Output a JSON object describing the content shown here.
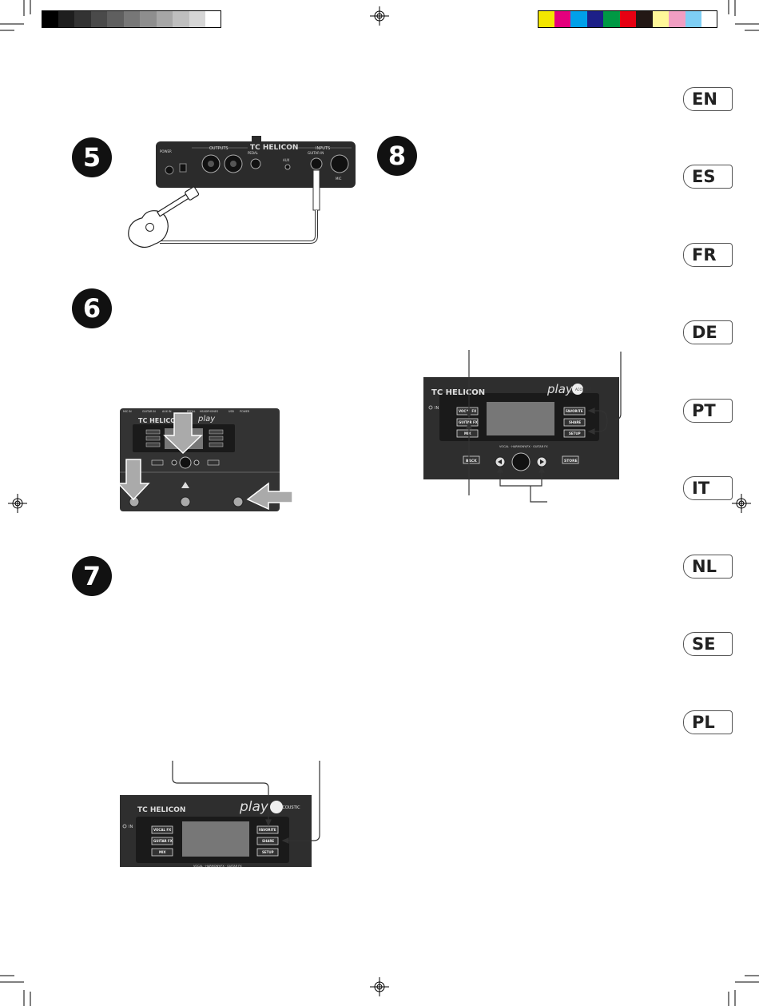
{
  "languages": [
    "EN",
    "ES",
    "FR",
    "DE",
    "PT",
    "IT",
    "NL",
    "SE",
    "PL"
  ],
  "steps": {
    "five": "5",
    "six": "6",
    "seven": "7",
    "eight": "8"
  },
  "device": {
    "brand": "TC HELICON",
    "product_script": "play",
    "product_badge": "ACOUSTIC",
    "in_led": "IN",
    "rear_outputs_label": "OUTPUTS",
    "rear_inputs_label": "INPUTS",
    "rear_pedal_label": "PEDAL",
    "rear_aux_label": "AUX",
    "rear_guitar_in_label": "GUITAR IN",
    "rear_mic_label": "MIC",
    "rear_power_label": "POWER",
    "left_buttons": [
      "VOCAL FX",
      "GUITAR FX",
      "MIX"
    ],
    "right_buttons": [
      "FAVORITE",
      "SHARE",
      "SETUP"
    ],
    "knob_caption": "VOCAL · HARMONY/FX · GUITAR FX",
    "back_label": "BACK",
    "store_label": "STORE",
    "top_jacks": [
      "MIC IN",
      "GUITAR IN",
      "AUX IN",
      "PEDAL",
      "HEADPHONES",
      "USB",
      "POWER"
    ]
  },
  "swatches": {
    "grays": [
      "#000000",
      "#1e1e1e",
      "#333333",
      "#4a4a4a",
      "#5f5f5f",
      "#777777",
      "#8e8e8e",
      "#a6a6a6",
      "#bebebe",
      "#d6d6d6",
      "#ffffff"
    ],
    "colors": [
      "#f3e600",
      "#e4007d",
      "#00a0e9",
      "#1d2088",
      "#009944",
      "#e60012",
      "#231815",
      "#fff799",
      "#f19ec2",
      "#7ecef4",
      "#ffffff"
    ]
  }
}
